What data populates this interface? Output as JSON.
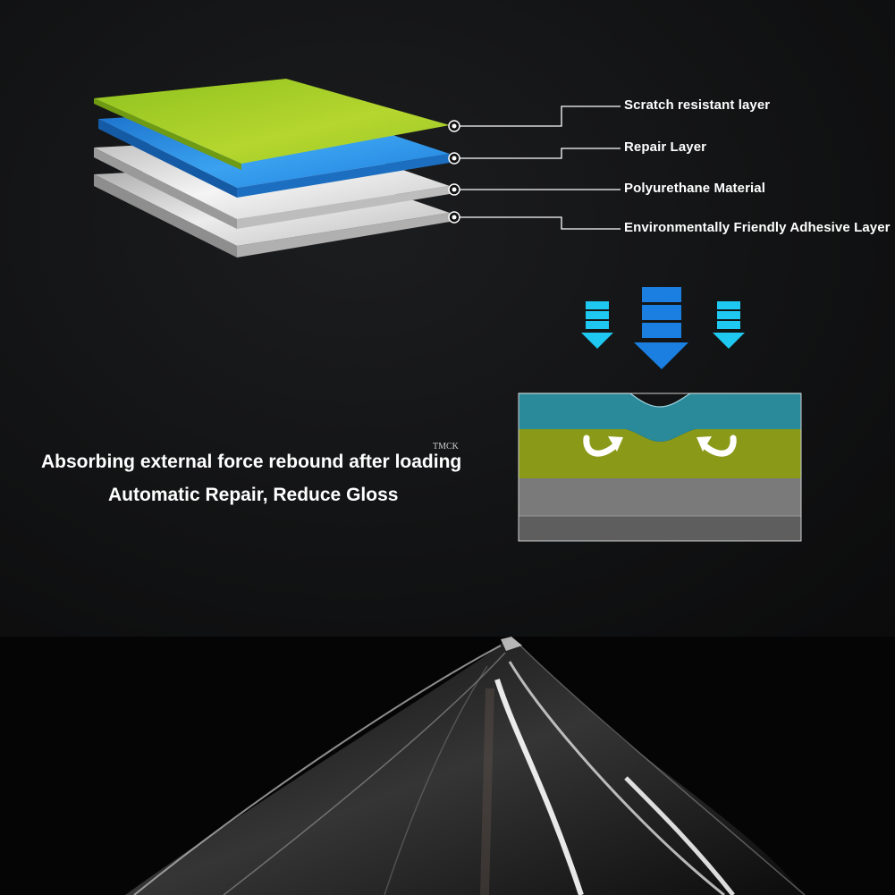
{
  "layers": [
    {
      "label": "Scratch resistant layer",
      "color": "#a4cc2a"
    },
    {
      "label": "Repair Layer",
      "color": "#2d8fe0"
    },
    {
      "label": "Polyurethane Material",
      "color": "#e6e6e6"
    },
    {
      "label": "Environmentally Friendly Adhesive Layer",
      "color": "#d8d8d8"
    }
  ],
  "headline": {
    "line1": "Absorbing external force rebound after loading",
    "line2": "Automatic Repair, Reduce Gloss"
  },
  "watermark": "TMCK",
  "colors": {
    "arrow_side": "#1ec8f0",
    "arrow_center": "#1a7fe0",
    "cross_section_top": "#2a8a9a",
    "cross_section_middle": "#8a9a1a",
    "cross_section_base": "#6e6e6e",
    "recovery_arrows": "#ffffff"
  },
  "icons": [
    "pressure-arrow-icon",
    "recovery-arrow-icon",
    "connector-dot-icon"
  ]
}
